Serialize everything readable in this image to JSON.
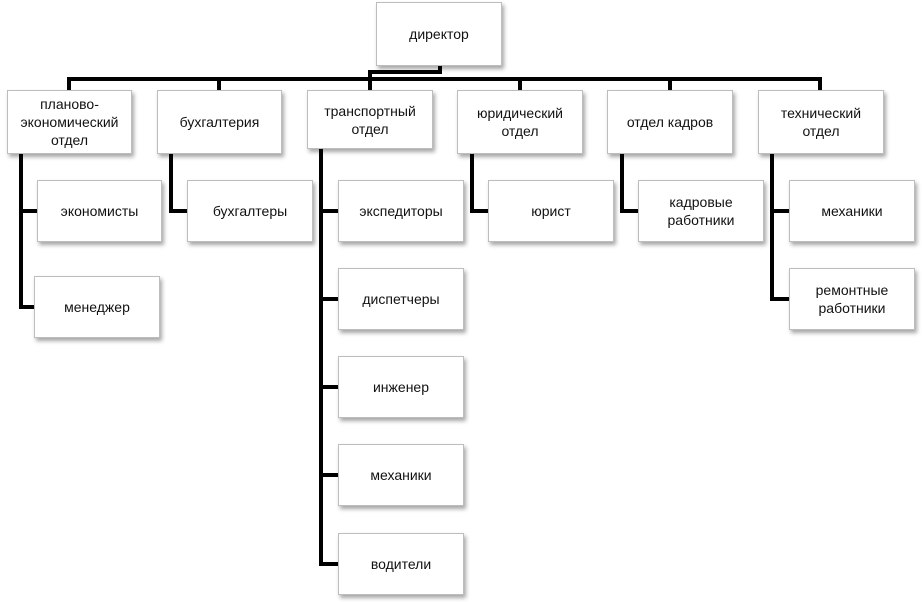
{
  "diagram": {
    "root": {
      "label": "директор"
    },
    "departments": [
      {
        "label": "планово-\nэкономический\nотдел",
        "staff": [
          "экономисты",
          "менеджер"
        ]
      },
      {
        "label": "бухгалтерия",
        "staff": [
          "бухгалтеры"
        ]
      },
      {
        "label": "транспортный\nотдел",
        "staff": [
          "экспедиторы",
          "диспетчеры",
          "инженер",
          "механики",
          "водители"
        ]
      },
      {
        "label": "юридический\nотдел",
        "staff": [
          "юрист"
        ]
      },
      {
        "label": "отдел кадров",
        "staff": [
          "кадровые\nработники"
        ]
      },
      {
        "label": "технический\nотдел",
        "staff": [
          "механики",
          "ремонтные\nработники"
        ]
      }
    ]
  }
}
